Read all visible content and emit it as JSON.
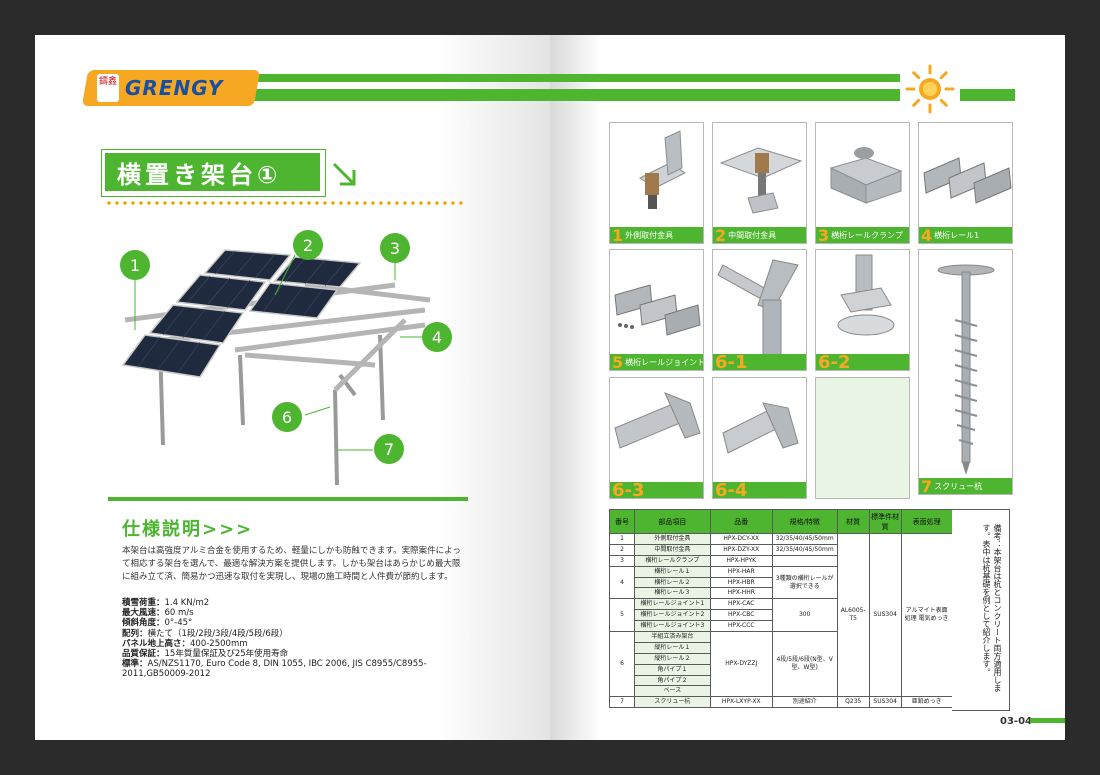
{
  "brand": {
    "name": "GRENGY",
    "seal": "鑄鑫"
  },
  "left": {
    "title": "横置き架台①",
    "callouts": [
      "1",
      "2",
      "3",
      "4",
      "6",
      "7"
    ],
    "spec_title": "仕様説明>>>",
    "spec_body": "本架台は高強度アルミ合金を使用するため、軽量にしかも防蝕できます。実際案件によって相応する架台を選んで、最適な解決方案を提供します。しかも架台はあらかじめ最大限に組み立て済、簡易かつ迅速な取付を実現し、現場の施工時間と人件費が節約します。",
    "specs": [
      {
        "k": "積雪荷重：",
        "v": "1.4 KN/m2"
      },
      {
        "k": "最大風速：",
        "v": "60 m/s"
      },
      {
        "k": "傾斜角度：",
        "v": "0°-45°"
      },
      {
        "k": "配列：",
        "v": "横たて（1段/2段/3段/4段/5段/6段）"
      },
      {
        "k": "パネル地上高さ：",
        "v": "400-2500mm"
      },
      {
        "k": "品質保証：",
        "v": "15年質量保証及び25年使用寿命"
      },
      {
        "k": "標準：",
        "v": "AS/NZS1170, Euro Code 8, DIN 1055, IBC 2006, JIS C8955/C8955-2011,GB50009-2012"
      }
    ]
  },
  "right": {
    "grid": [
      {
        "num": "1",
        "label": "外側取付金具"
      },
      {
        "num": "2",
        "label": "中間取付金具"
      },
      {
        "num": "3",
        "label": "横桁レールクランプ"
      },
      {
        "num": "4",
        "label": "横桁レール1"
      },
      {
        "num": "5",
        "label": "横桁レールジョイント"
      },
      {
        "num": "6-1",
        "label": ""
      },
      {
        "num": "6-2",
        "label": ""
      },
      {
        "num": "7",
        "label": "スクリュー杭"
      },
      {
        "num": "6-3",
        "label": ""
      },
      {
        "num": "6-4",
        "label": ""
      }
    ],
    "table": {
      "headers": [
        "番号",
        "部品項目",
        "品番",
        "規格/特徴",
        "材質",
        "標準件材質",
        "表面処理"
      ],
      "rows": [
        [
          "1",
          "外側取付金具",
          "HPX-DCY-XX",
          "32/35/40/45/50mm"
        ],
        [
          "2",
          "中間取付金具",
          "HPX-DZY-XX",
          "32/35/40/45/50mm"
        ],
        [
          "3",
          "横桁レールクランプ",
          "HPX-HPYK",
          ""
        ],
        [
          "4",
          "横桁レール１",
          "HPX-HAR",
          ""
        ],
        [
          "",
          "横桁レール２",
          "HPX-HBR",
          "3種類の横桁レールが選択できる"
        ],
        [
          "",
          "横桁レール３",
          "HPX-HHR",
          ""
        ],
        [
          "5",
          "横桁レールジョイント1",
          "HPX-CAC",
          ""
        ],
        [
          "",
          "横桁レールジョイント2",
          "HPX-CBC",
          "300"
        ],
        [
          "",
          "横桁レールジョイント3",
          "HPX-CCC",
          ""
        ],
        [
          "6",
          "半組立済み架台",
          "",
          ""
        ],
        [
          "",
          "縦桁レール１",
          "",
          ""
        ],
        [
          "",
          "縦桁レール２",
          "HPX-DYZZJ",
          "4段/5段/6段(N型、V型、W型)"
        ],
        [
          "",
          "角パイプ１",
          "",
          ""
        ],
        [
          "",
          "角パイプ２",
          "",
          ""
        ],
        [
          "",
          "ベース",
          "",
          ""
        ],
        [
          "7",
          "スクリュー杭",
          "HPX-LXYP-XX",
          "別途紹介"
        ]
      ],
      "material": "AL6005-T5",
      "std_material": "SUS304",
      "surface": "アルマイト表面処理 電気めっき",
      "row7_material": "Q235",
      "row7_std": "SUS304",
      "row7_surface": "亜鉛めっき",
      "note": "備考：本架台は杭とコンクリート両方適用します。表中は杭基礎を例として紹介します。"
    },
    "page_no": "03-04"
  }
}
